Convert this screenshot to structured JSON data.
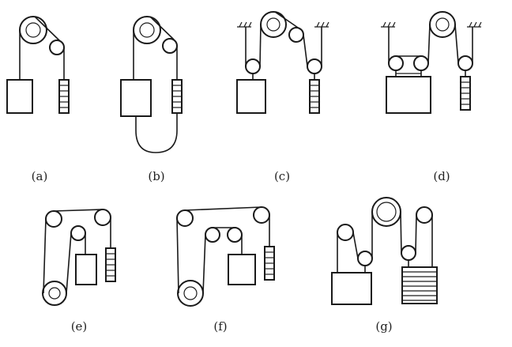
{
  "labels": {
    "a": "(a)",
    "b": "(b)",
    "c": "(c)",
    "d": "(d)",
    "e": "(e)",
    "f": "(f)",
    "g": "(g)"
  }
}
